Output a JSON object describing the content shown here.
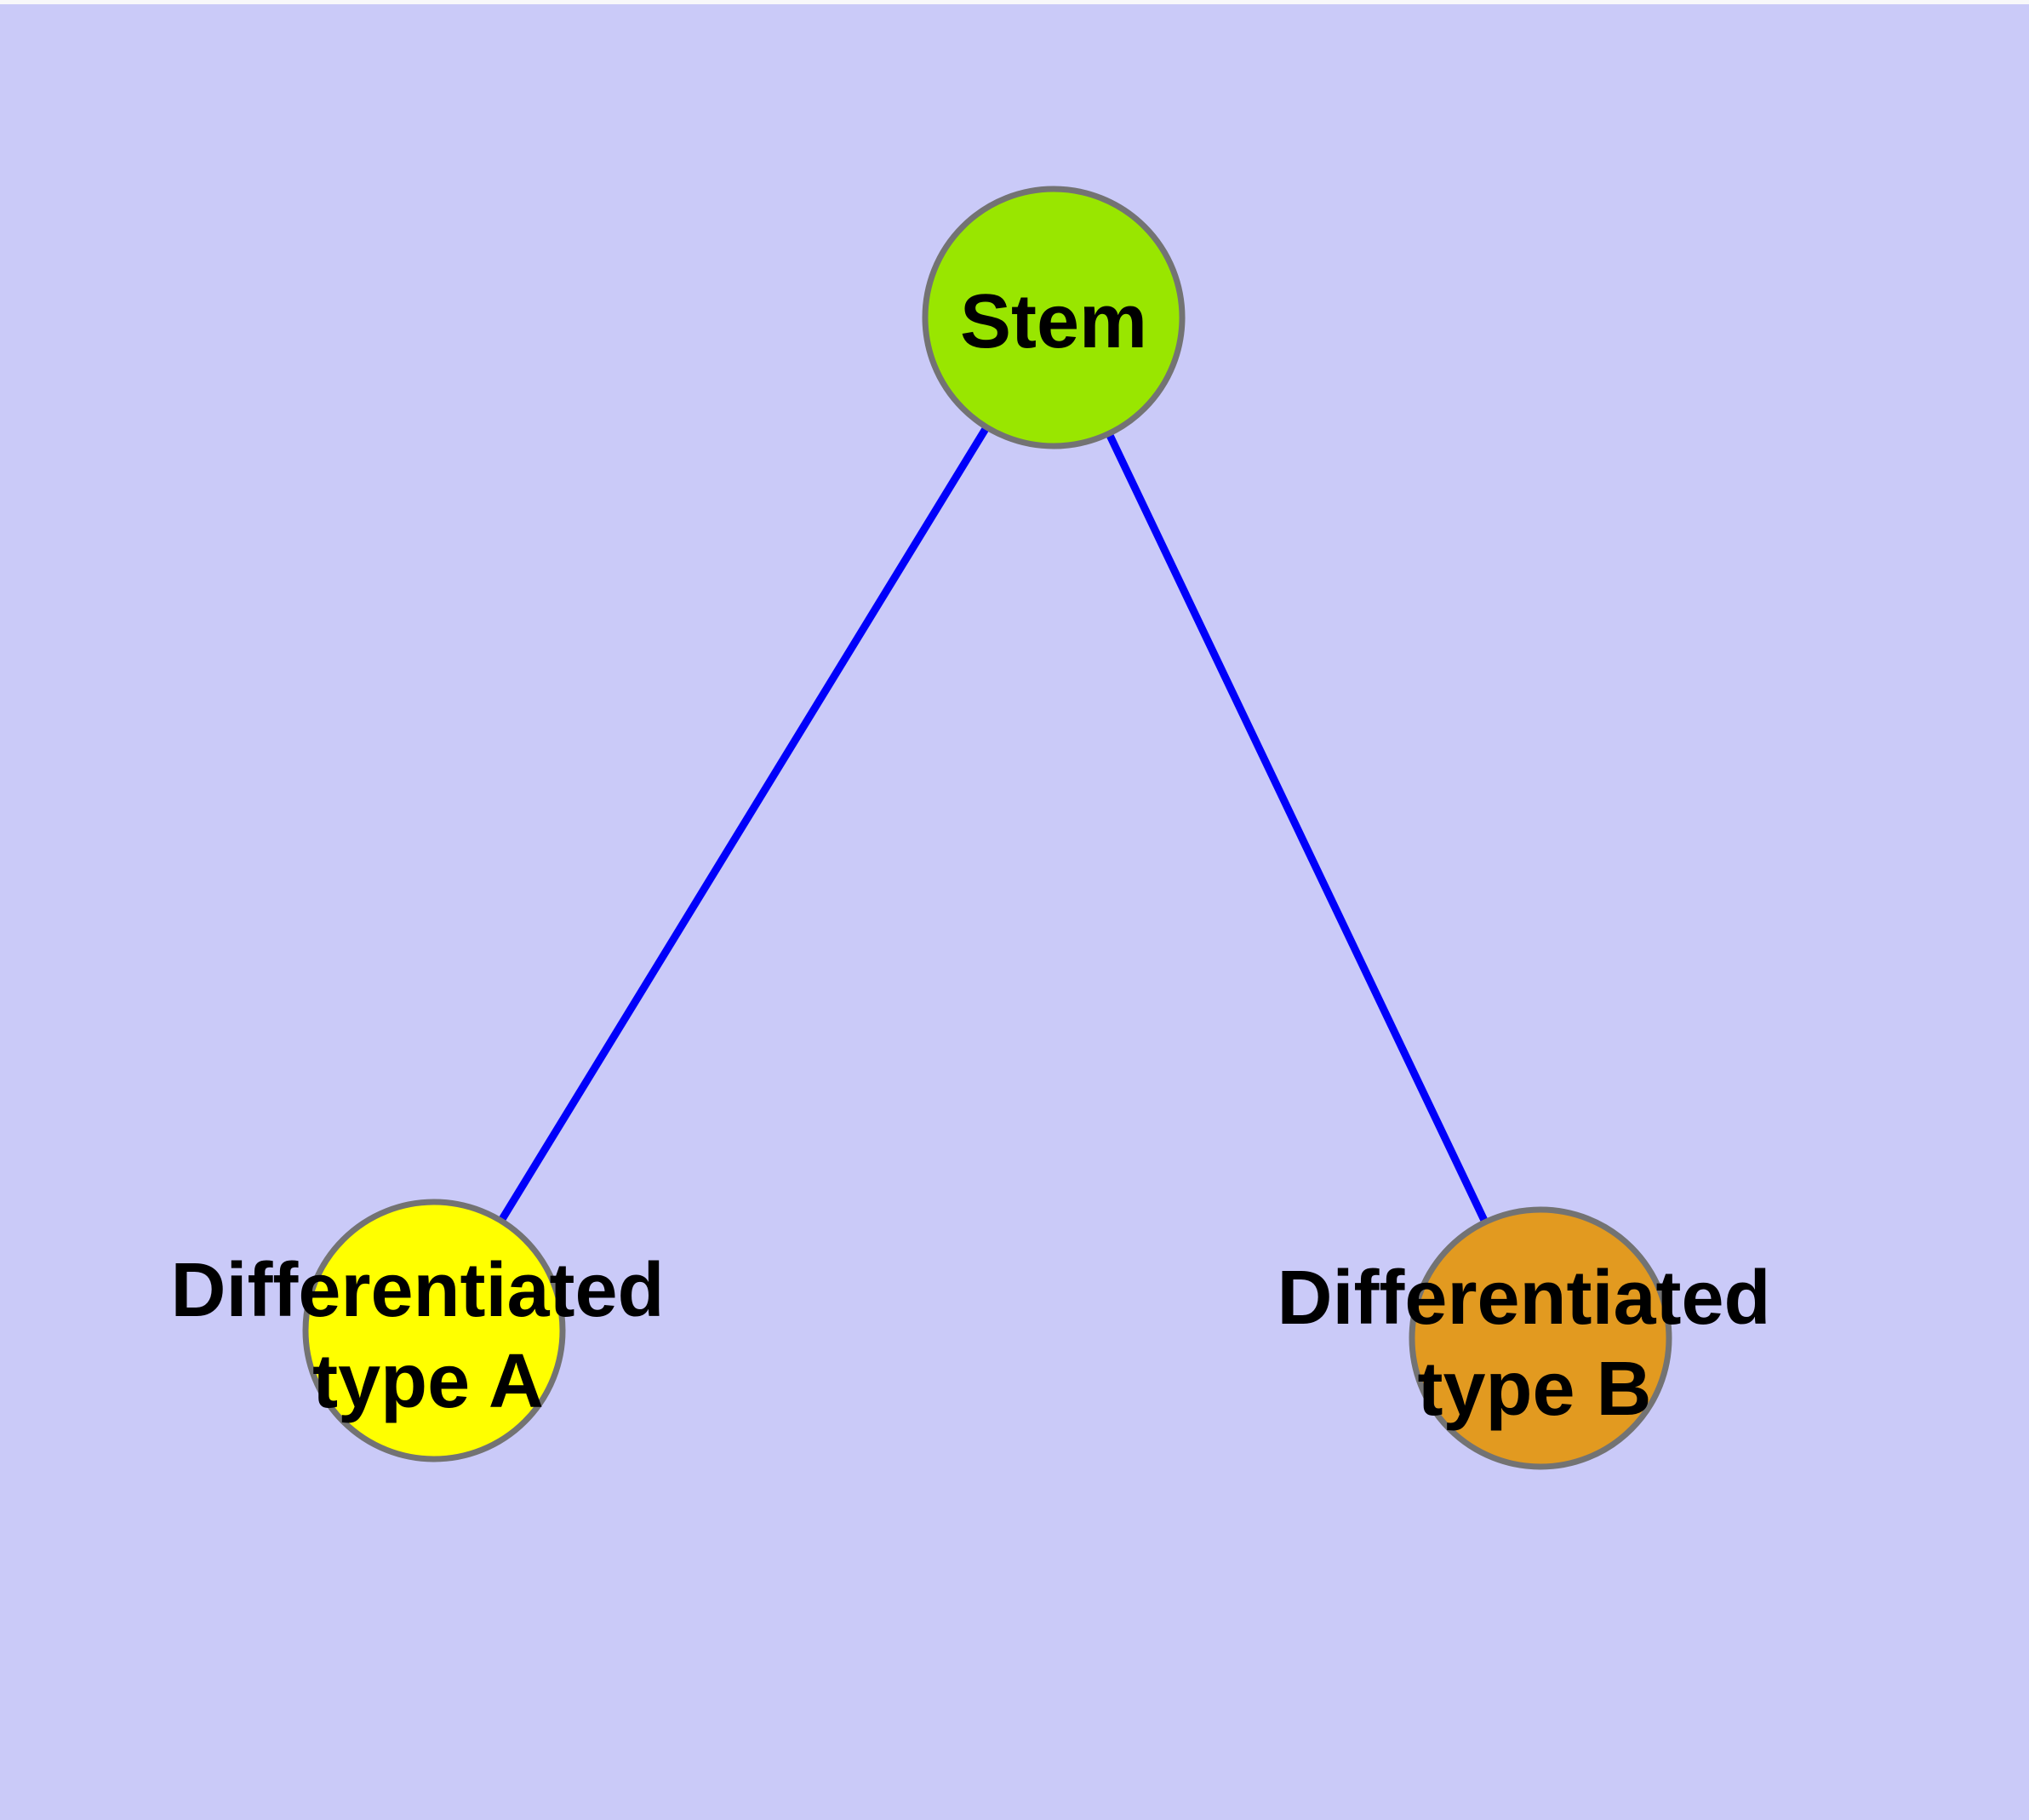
{
  "diagram": {
    "background_color": "#CACAF8",
    "top_strip_color": "#F8F8FA",
    "edge_color": "#0000FA",
    "node_border_color": "#737373",
    "label_color": "#000000",
    "nodes": [
      {
        "id": "stem",
        "label": "Stem",
        "fill": "#99E600"
      },
      {
        "id": "type-a",
        "label": "Differentiated type A",
        "label_line1": "Differentiated",
        "label_line2": "type A",
        "fill": "#FFFF00"
      },
      {
        "id": "type-b",
        "label": "Differentiated type B",
        "label_line1": "Differentiated",
        "label_line2": "type B",
        "fill": "#E29A20"
      }
    ],
    "edges": [
      {
        "from": "Stem",
        "to": "Differentiated type A"
      },
      {
        "from": "Stem",
        "to": "Differentiated type B"
      }
    ]
  }
}
